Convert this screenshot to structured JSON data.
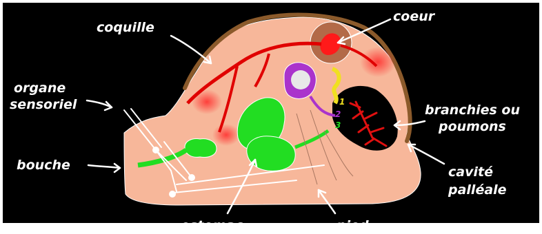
{
  "labels": {
    "coquille": "coquille",
    "coeur": "coeur",
    "organe_line1": "organe",
    "organe_line2": "sensoriel",
    "branchies_line1": "branchies ou",
    "branchies_line2": "poumons",
    "bouche": "bouche",
    "cavite_line1": "cavité",
    "cavite_line2": "palléale",
    "estomac": "estomac",
    "pied": "pied",
    "gland_1": "1",
    "gland_2": "2",
    "gland_3": "3"
  },
  "colors": {
    "background": "#000000",
    "body": "#f7b79a",
    "shell": "#8b5a2b",
    "heart": "#ff1a1a",
    "digestive": "#22dd22",
    "gonad": "#aa33cc",
    "gland": "#f0e020",
    "nerve": "#ffffff",
    "gills": "#e01010"
  }
}
